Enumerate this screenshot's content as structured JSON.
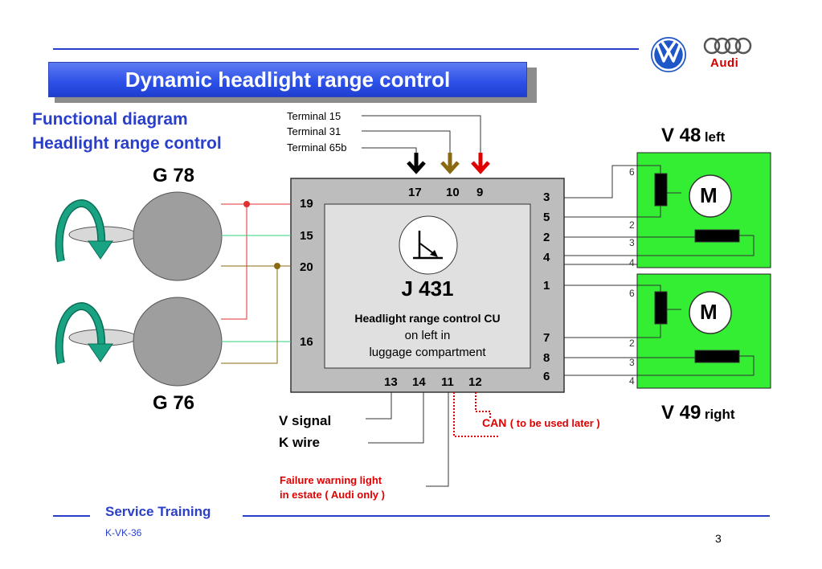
{
  "title": "Dynamic headlight range control",
  "subtitle_line1": "Functional diagram",
  "subtitle_line2": "Headlight range control",
  "terminals": {
    "t15": "Terminal 15",
    "t31": "Terminal 31",
    "t65b": "Terminal 65b"
  },
  "sensors": {
    "g78": "G 78",
    "g76": "G 76"
  },
  "motors": {
    "v48_main": "V 48",
    "v48_side": "left",
    "v49_main": "V 49",
    "v49_side": "right",
    "motor_symbol": "M"
  },
  "control_unit": {
    "id": "J 431",
    "name": "Headlight range control CU",
    "location1": "on left in",
    "location2": "luggage compartment",
    "pins_top": [
      "17",
      "10",
      "9"
    ],
    "pins_left": [
      "19",
      "15",
      "20",
      "16"
    ],
    "pins_right": [
      "3",
      "5",
      "2",
      "4",
      "1",
      "7",
      "8",
      "6"
    ],
    "pins_bottom": [
      "13",
      "14",
      "11",
      "12"
    ]
  },
  "motor_pins": {
    "upper": [
      "6",
      "2",
      "3",
      "4"
    ],
    "lower": [
      "6",
      "2",
      "3",
      "4"
    ]
  },
  "signals": {
    "v_signal": "V signal",
    "k_wire": "K wire",
    "can": "CAN",
    "can_note": "( to be used later )",
    "failure1": "Failure warning light",
    "failure2": "in estate ( Audi only )"
  },
  "footer": {
    "service": "Service Training",
    "code": "K-VK-36",
    "page": "3"
  },
  "logos": {
    "audi_text": "Audi"
  },
  "colors": {
    "title_blue": "#2b4fe6",
    "heading_blue": "#2a3fc9",
    "motor_green": "#33ee33",
    "arrow_teal": "#1aa383",
    "cu_gray": "#bdbdbd",
    "cu_inner": "#e0e0e0",
    "wire_red": "#e03030",
    "wire_green": "#30d080",
    "wire_brown": "#8a6a10"
  }
}
